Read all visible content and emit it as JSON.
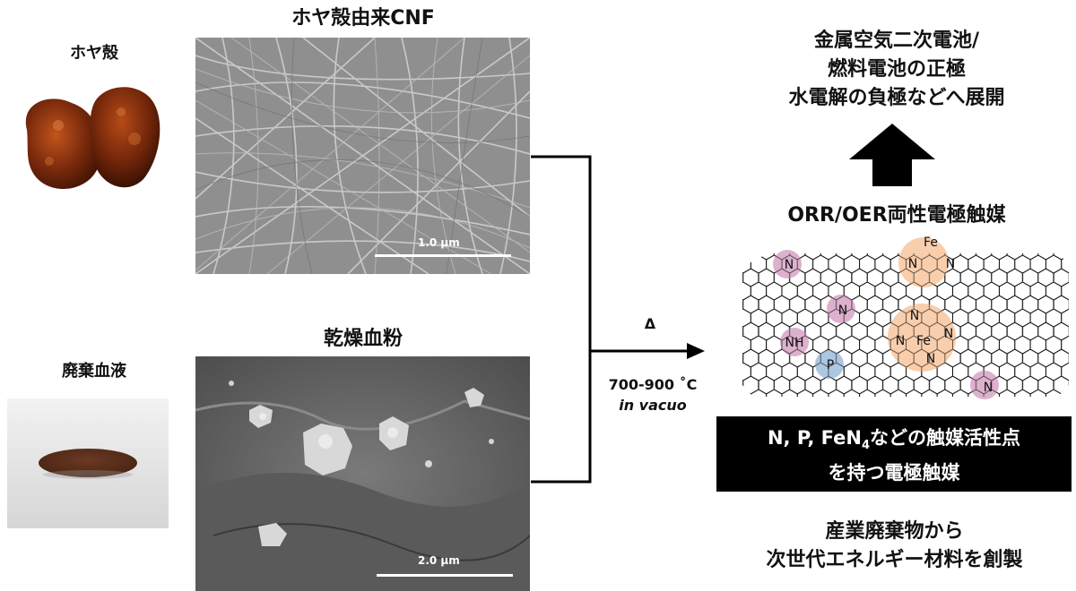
{
  "left": {
    "shell_label": "ホヤ殻",
    "blood_label": "廃棄血液"
  },
  "center": {
    "cnf_title": "ホヤ殻由来CNF",
    "cnf_scale": "1.0 µm",
    "powder_title": "乾燥血粉",
    "powder_scale": "2.0 µm"
  },
  "process": {
    "delta": "Δ",
    "temperature": "700-900 ˚C",
    "condition": "in vacuo"
  },
  "right": {
    "application_lines": [
      "金属空気二次電池/",
      "燃料電池の正極",
      "水電解の負極などへ展開"
    ],
    "catalyst_title": "ORR/OER両性電極触媒",
    "sites_line1": "N, P, FeN",
    "sites_sub": "4",
    "sites_line1_rest": "などの触媒活性点",
    "sites_line2": "を持つ電極触媒",
    "conclusion_lines": [
      "産業廃棄物から",
      "次世代エネルギー材料を創製"
    ]
  },
  "molecule_labels": {
    "n_top_left": "N",
    "fe_top": "Fe",
    "n_top_fe_left": "N",
    "n_top_fe_right": "N",
    "n_mid": "N",
    "nh": "NH",
    "p": "P",
    "fe_center": "Fe",
    "n_fe_top": "N",
    "n_fe_left": "N",
    "n_fe_right": "N",
    "n_fe_bottom": "N",
    "n_bottom_right": "N"
  },
  "colors": {
    "pink": "#d9a8c8",
    "orange": "#f7c9a3",
    "blue": "#a9c3df"
  }
}
